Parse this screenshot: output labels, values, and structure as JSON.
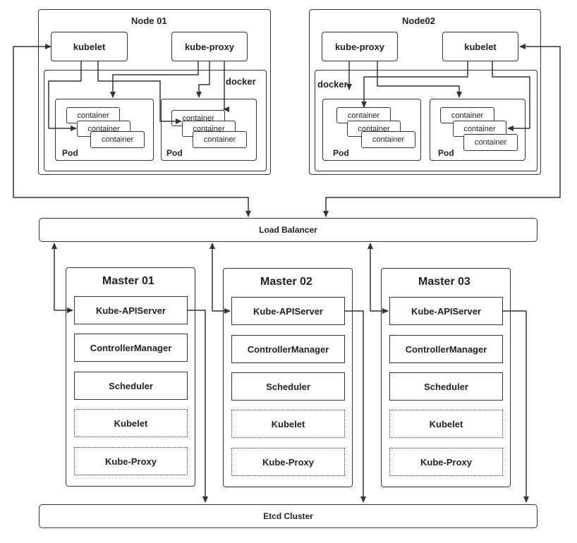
{
  "node01": {
    "title": "Node 01",
    "kubelet": "kubelet",
    "kube_proxy": "kube-proxy",
    "docker": "docker",
    "pod_label": "Pod",
    "container": "container"
  },
  "node02": {
    "title": "Node02",
    "kubelet": "kubelet",
    "kube_proxy": "kube-proxy",
    "docker": "docker",
    "pod_label": "Pod",
    "container": "container"
  },
  "load_balancer": "Load Balancer",
  "etcd": "Etcd Cluster",
  "masters": [
    {
      "title": "Master 01",
      "components": [
        "Kube-APIServer",
        "ControllerManager",
        "Scheduler",
        "Kubelet",
        "Kube-Proxy"
      ]
    },
    {
      "title": "Master 02",
      "components": [
        "Kube-APIServer",
        "ControllerManager",
        "Scheduler",
        "Kubelet",
        "Kube-Proxy"
      ]
    },
    {
      "title": "Master 03",
      "components": [
        "Kube-APIServer",
        "ControllerManager",
        "Scheduler",
        "Kubelet",
        "Kube-Proxy"
      ]
    }
  ],
  "colors": {
    "stroke": "#333333",
    "background": "#ffffff",
    "text": "#222222"
  }
}
